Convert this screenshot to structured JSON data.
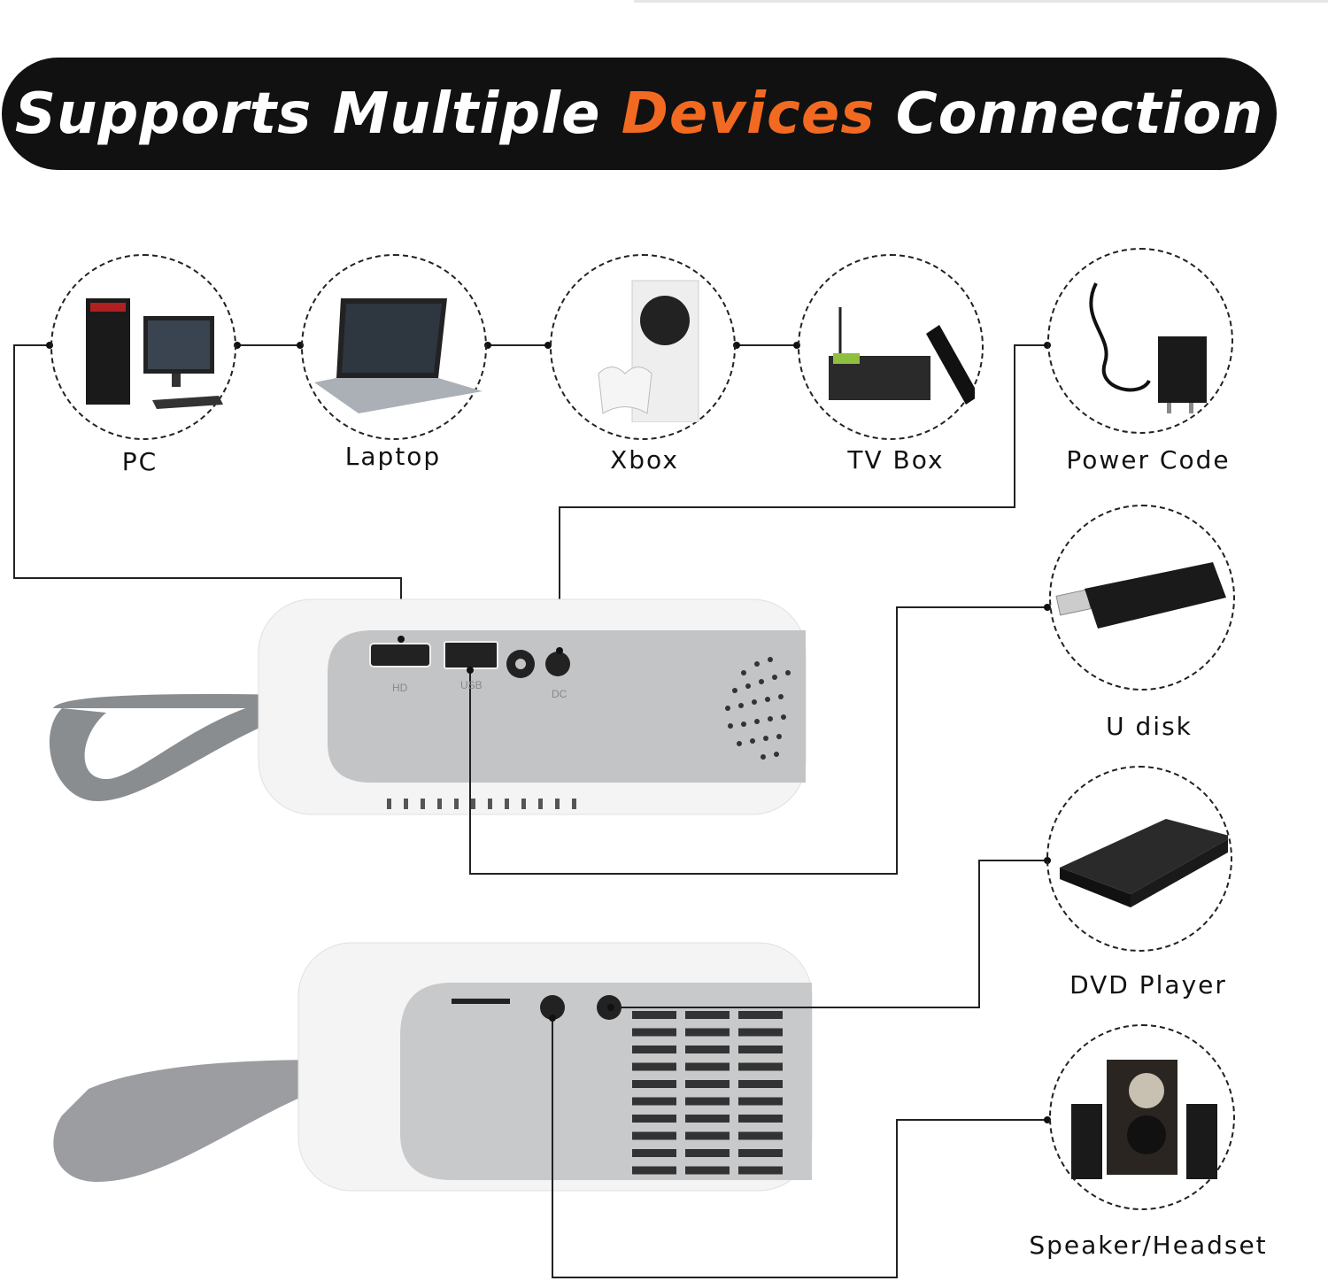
{
  "title": {
    "part1": "Supports Multiple ",
    "accent": "Devices",
    "part2": " Connection"
  },
  "accent_color": "#f26a21",
  "devices": [
    {
      "label": "PC",
      "icon": "pc-icon"
    },
    {
      "label": "Laptop",
      "icon": "laptop-icon"
    },
    {
      "label": "Xbox",
      "icon": "xbox-icon"
    },
    {
      "label": "TV Box",
      "icon": "tv-box-icon"
    },
    {
      "label": "Power Code",
      "icon": "power-adapter-icon"
    },
    {
      "label": "U disk",
      "icon": "usb-drive-icon"
    },
    {
      "label": "DVD Player",
      "icon": "dvd-player-icon"
    },
    {
      "label": "Speaker/Headset",
      "icon": "speaker-icon"
    }
  ],
  "ports": {
    "hdmi": "HD",
    "usb": "USB",
    "dc": "DC"
  }
}
